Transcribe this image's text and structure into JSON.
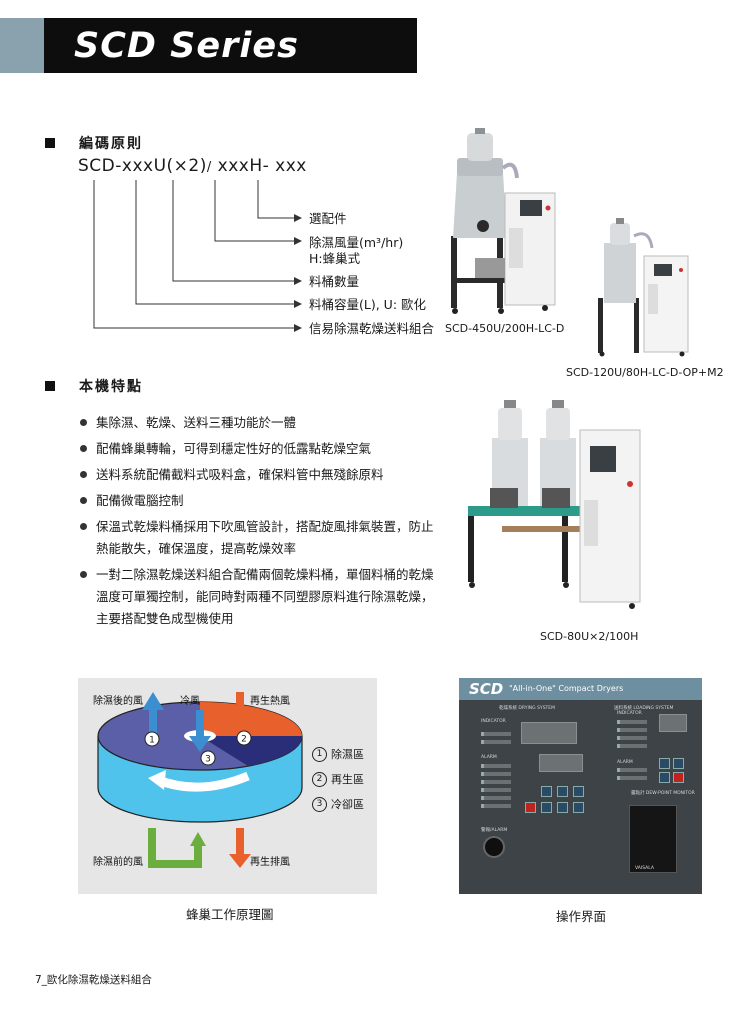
{
  "header": {
    "title": "SCD Series"
  },
  "coding": {
    "heading": "編碼原則",
    "code_parts": [
      "SCD-",
      "xxxU(×2)",
      "/",
      "xxxH",
      "-",
      "xxx"
    ],
    "items": [
      "選配件",
      "除濕風量(m³/hr)",
      "H:蜂巢式",
      "料桶數量",
      "料桶容量(L), U: 歐化",
      "信易除濕乾燥送料組合"
    ]
  },
  "features": {
    "heading": "本機特點",
    "items": [
      "集除濕、乾燥、送料三種功能於一體",
      "配備蜂巢轉輪，可得到穩定性好的低露點乾燥空氣",
      "送料系統配備截料式吸料盒，確保料管中無殘餘原料",
      "配備微電腦控制",
      "保溫式乾燥料桶採用下吹風管設計，搭配旋風排氣裝置，防止熱能散失，確保溫度，提高乾燥效率",
      "一對二除濕乾燥送料組合配備兩個乾燥料桶，單個料桶的乾燥溫度可單獨控制，能同時對兩種不同塑膠原料進行除濕乾燥，主要搭配雙色成型機使用"
    ]
  },
  "photos": {
    "caption1": "SCD-450U/200H-LC-D",
    "caption2": "SCD-120U/80H-LC-D-OP+M2",
    "caption3": "SCD-80U×2/100H"
  },
  "honeycomb": {
    "label_dehumid_after": "除濕後的風",
    "label_cold": "冷風",
    "label_regen_hot": "再生熱風",
    "label_dehumid_before": "除濕前的風",
    "label_regen_exhaust": "再生排風",
    "legend": [
      {
        "num": "1",
        "text": "除濕區"
      },
      {
        "num": "2",
        "text": "再生區"
      },
      {
        "num": "3",
        "text": "冷卻區"
      }
    ],
    "caption": "蜂巢工作原理圖"
  },
  "control_panel": {
    "brand": "SCD",
    "subtitle": "\"All-in-One\" Compact Dryers",
    "drying_system": "乾燥系統 DRYING SYSTEM",
    "loading_system": "送料系統 LOADING SYSTEM",
    "indicator": "INDICATOR",
    "alarm": "ALARM",
    "dew_point": "露點計 DEW-POINT MONITOR",
    "alarm_plug": "警報/ALARM",
    "vaisala": "VAISALA",
    "caption": "操作界面"
  },
  "colors": {
    "cold_arrow": "#3b8fd0",
    "hot_arrow": "#e8602c",
    "wheel_top": "#5a5fa8",
    "wheel_side": "#4fc3ec",
    "green_arrow": "#6cae3e"
  },
  "footer": {
    "text": "7_歐化除濕乾燥送料組合"
  }
}
